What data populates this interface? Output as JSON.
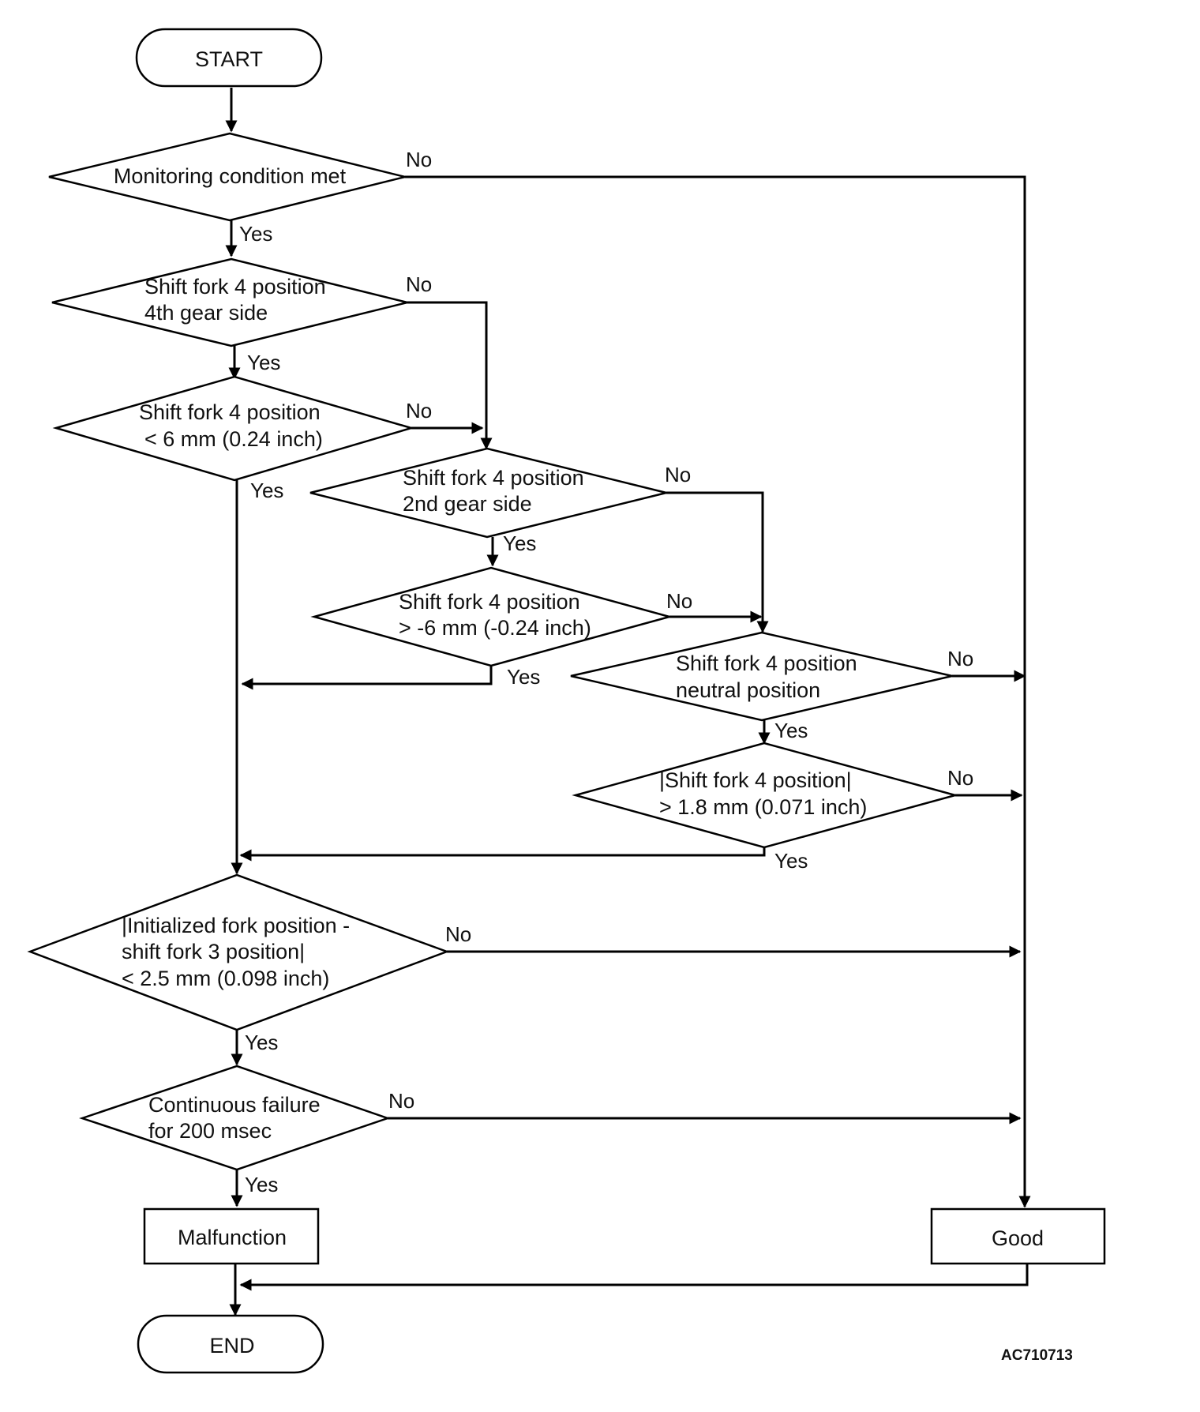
{
  "nodes": {
    "start": "START",
    "monitoring": [
      "Monitoring condition met"
    ],
    "fork4_4th": [
      "Shift fork 4 position",
      "4th gear side"
    ],
    "fork4_lt6": [
      "Shift fork 4 position",
      "< 6 mm (0.24 inch)"
    ],
    "fork4_2nd": [
      "Shift fork 4 position",
      "2nd gear side"
    ],
    "fork4_gtm6": [
      "Shift fork 4 position",
      "> -6 mm (-0.24 inch)"
    ],
    "fork4_neutral": [
      "Shift fork 4 position",
      "neutral position"
    ],
    "fork4_abs": [
      "|Shift fork 4 position|",
      "> 1.8 mm (0.071 inch)"
    ],
    "init_fork": [
      "|Initialized fork position -",
      "shift fork 3 position|",
      "< 2.5 mm (0.098 inch)"
    ],
    "continuous": [
      "Continuous failure",
      "for 200 msec"
    ],
    "malfunction": "Malfunction",
    "good": "Good",
    "end": "END"
  },
  "labels": {
    "yes": "Yes",
    "no": "No"
  },
  "figure_code": "AC710713",
  "colors": {
    "line": "#000000",
    "fill": "#ffffff",
    "text": "#111111"
  }
}
